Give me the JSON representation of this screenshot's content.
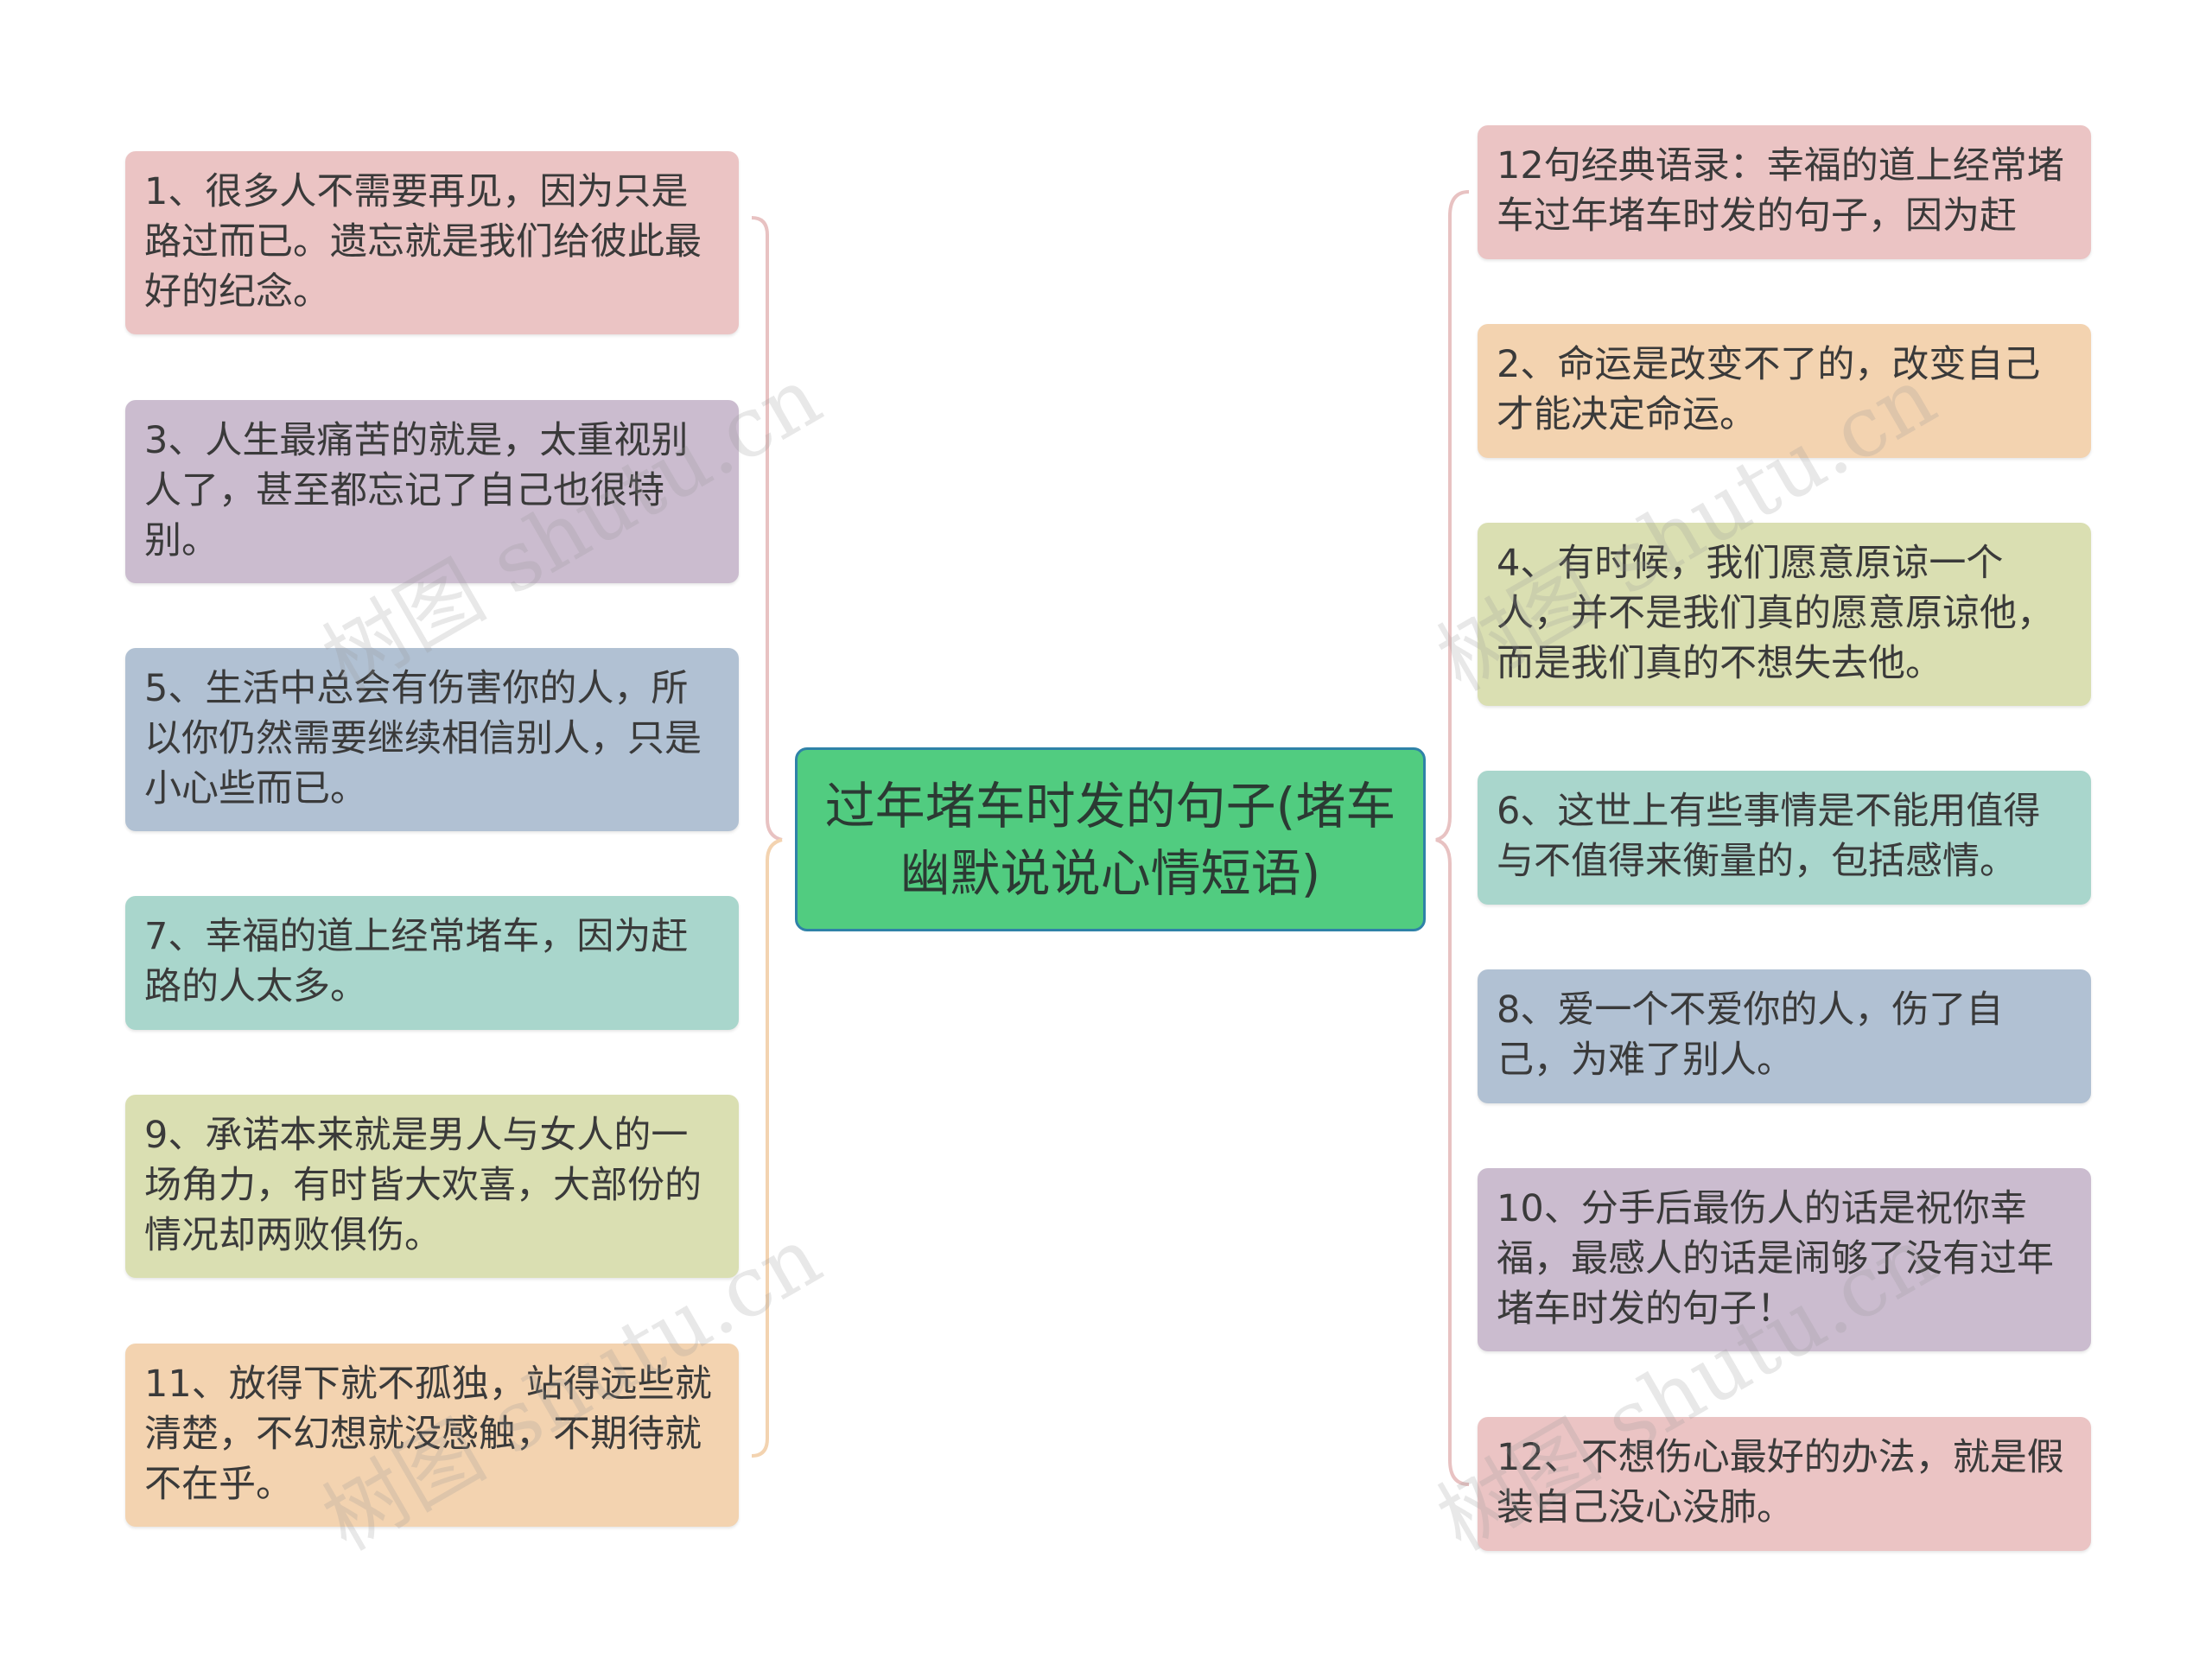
{
  "center": {
    "text": "过年堵车时发的句子(堵车幽默说说心情短语)",
    "color": "#51cc80"
  },
  "left_nodes": [
    {
      "text": "1、很多人不需要再见，因为只是路过而已。遗忘就是我们给彼此最好的纪念。",
      "color": "#ebc4c4"
    },
    {
      "text": "3、人生最痛苦的就是，太重视别人了，甚至都忘记了自己也很特别。",
      "color": "#cbbccf"
    },
    {
      "text": "5、生活中总会有伤害你的人，所以你仍然需要继续相信别人，只是小心些而已。",
      "color": "#b1c1d3"
    },
    {
      "text": "7、幸福的道上经常堵车，因为赶路的人太多。",
      "color": "#a9d6cc"
    },
    {
      "text": "9、承诺本来就是男人与女人的一场角力，有时皆大欢喜，大部份的情况却两败俱伤。",
      "color": "#dadfb2"
    },
    {
      "text": "11、放得下就不孤独，站得远些就清楚，不幻想就没感触，不期待就不在乎。",
      "color": "#f3d3b0"
    }
  ],
  "right_nodes": [
    {
      "text": "12句经典语录：幸福的道上经常堵车过年堵车时发的句子，因为赶",
      "color": "#ebc4c4"
    },
    {
      "text": "2、命运是改变不了的，改变自己才能决定命运。",
      "color": "#f3d3b0"
    },
    {
      "text": "4、有时候，我们愿意原谅一个人，并不是我们真的愿意原谅他，而是我们真的不想失去他。",
      "color": "#dadfb2"
    },
    {
      "text": "6、这世上有些事情是不能用值得与不值得来衡量的，包括感情。",
      "color": "#a9d6cc"
    },
    {
      "text": "8、爱一个不爱你的人，伤了自己，为难了别人。",
      "color": "#b1c1d3"
    },
    {
      "text": "10、分手后最伤人的话是祝你幸福，最感人的话是闹够了没有过年堵车时发的句子！",
      "color": "#cbbccf"
    },
    {
      "text": "12、不想伤心最好的办法，就是假装自己没心没肺。",
      "color": "#ebc4c4"
    }
  ],
  "watermark": {
    "text": "树图 shutu.cn"
  },
  "colors": {
    "left_bracket_top": "#e8c2c2",
    "left_bracket_bottom": "#f3d3b0",
    "right_bracket": "#e8c2c2",
    "center_border": "#2f82a8"
  }
}
